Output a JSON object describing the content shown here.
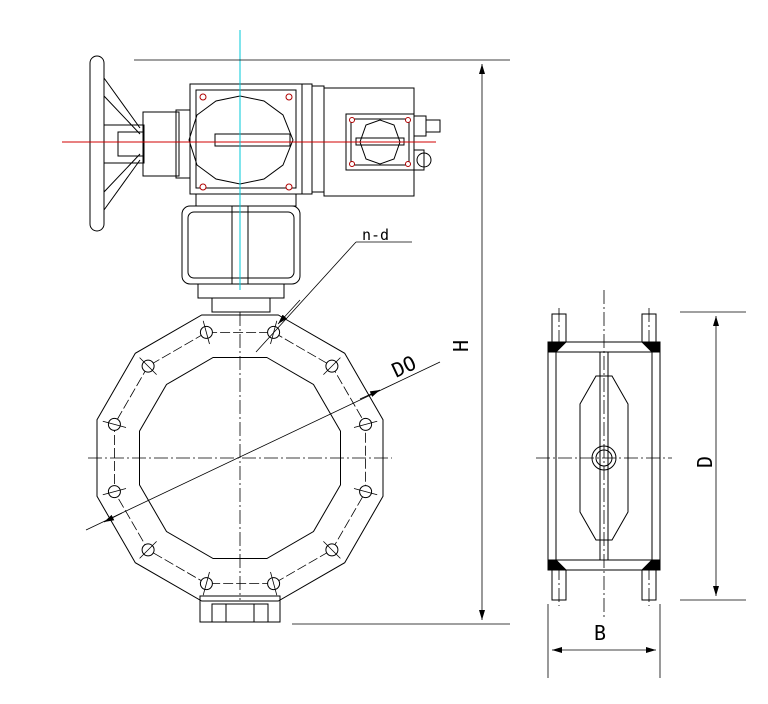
{
  "labels": {
    "height": "H",
    "bolt_spec": "n-d",
    "bolt_circle": "DO",
    "diameter": "D",
    "width": "B"
  }
}
